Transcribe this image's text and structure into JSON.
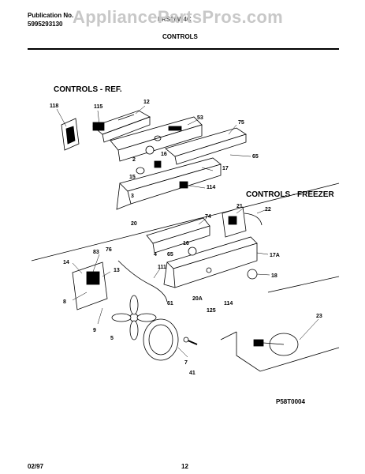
{
  "header": {
    "publication_label": "Publication No.",
    "publication_number": "5995293130",
    "model_code": "FRS26W4C",
    "page_title": "CONTROLS"
  },
  "watermark": "AppliancePartsPros.com",
  "sections": {
    "ref_title": "CONTROLS - REF.",
    "freezer_title": "CONTROLS - FREEZER"
  },
  "callouts": [
    "118",
    "115",
    "12",
    "53",
    "75",
    "16",
    "2",
    "65",
    "15",
    "17",
    "114",
    "3",
    "20",
    "21",
    "22",
    "74",
    "16",
    "4",
    "65",
    "17A",
    "14",
    "83",
    "76",
    "13",
    "111",
    "18",
    "8",
    "20A",
    "125",
    "114",
    "61",
    "23",
    "9",
    "5",
    "7",
    "41"
  ],
  "footer": {
    "drawing_code": "P58T0004",
    "date": "02/97",
    "page_number": "12"
  }
}
